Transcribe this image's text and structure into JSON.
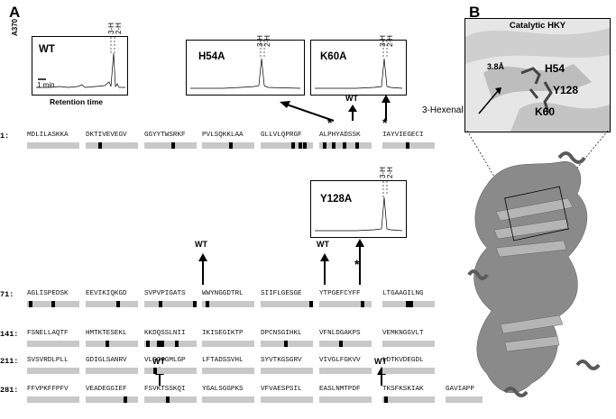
{
  "panels": {
    "a": "A",
    "b": "B"
  },
  "chromatograms": {
    "wt": {
      "name": "WT",
      "ylabel": "A370",
      "scale": "1 min",
      "xlabel": "Retention time"
    },
    "h54a": {
      "name": "H54A"
    },
    "k60a": {
      "name": "K60A"
    },
    "y128a": {
      "name": "Y128A"
    },
    "peaks": {
      "p1": "3-H",
      "p2": "2-H"
    }
  },
  "annotations": {
    "wt": "WT",
    "asterisk": "*"
  },
  "sequence": {
    "rows": [
      {
        "num": "1:",
        "groups": [
          "MDLILASKKA",
          "DKTIVEVEGV",
          "GGYYTWSRKF",
          "PVLSQKKLAA",
          "GLLVLQPRGF",
          "ALPHYADSSK",
          "IAYVIEGECI"
        ]
      },
      {
        "num": "71:",
        "groups": [
          "AGLISPEDSK",
          "EEVIKIQKGD",
          "SVPVPIGATS",
          "WWYNGGDTRL",
          "SIIFLGESGE",
          "YTPGEFCYFF",
          "LTGAAGILNG"
        ]
      },
      {
        "num": "141:",
        "groups": [
          "FSNELLAQTF",
          "HMTKTESEKL",
          "KKDQSSLNII",
          "IKISEGIKTP",
          "DPCNSGIHKL",
          "VFNLDGAKPS",
          "VEMKNGGVLT"
        ]
      },
      {
        "num": "211:",
        "groups": [
          "SVSVRDLPLL",
          "GDIGLSANRV",
          "VLEGGGMLGP",
          "LFTADSSVHL",
          "SYVTKGSGRV",
          "VIVGLFGKVV",
          "LDTKVDEGDL"
        ]
      },
      {
        "num": "281:",
        "groups": [
          "FFVPKFFPFV",
          "VEADEGGIEF",
          "FSVKTSSKQI",
          "YGALSGGPKS",
          "VFVAESPSIL",
          "EASLNMTPDF",
          "TKSFKSKIAK",
          "GAVIAPP"
        ]
      }
    ]
  },
  "structure": {
    "title": "Catalytic HKY",
    "distance": "3.8Å",
    "residues": [
      "H54",
      "Y128",
      "K60"
    ],
    "ligand": "3-Hexenal"
  }
}
